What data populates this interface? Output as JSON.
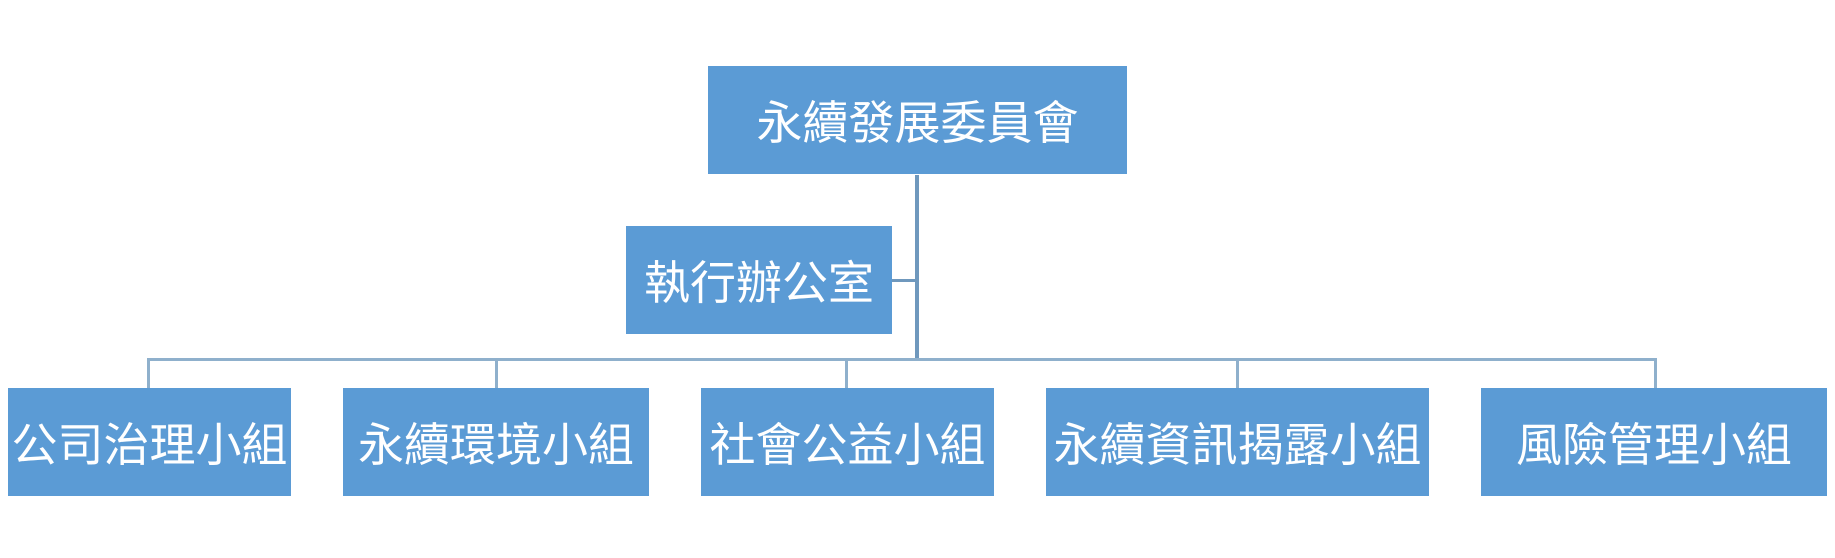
{
  "org_chart": {
    "root": {
      "label": "永續發展委員會"
    },
    "assistant": {
      "label": "執行辦公室"
    },
    "children": [
      {
        "label": "公司治理小組"
      },
      {
        "label": "永續環境小組"
      },
      {
        "label": "社會公益小組"
      },
      {
        "label": "永續資訊揭露小組"
      },
      {
        "label": "風險管理小組"
      }
    ]
  },
  "colors": {
    "box_fill": "#5b9bd5",
    "box_text": "#ffffff",
    "connector": "#6f98bd"
  }
}
